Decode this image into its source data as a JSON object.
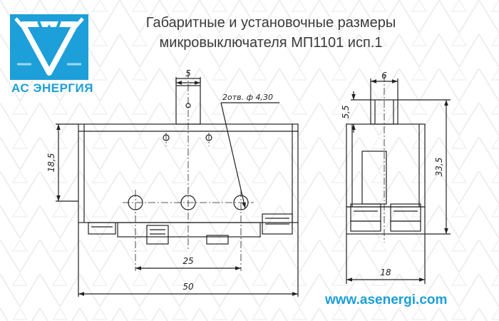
{
  "brand": {
    "name": "АС ЭНЕРГИЯ",
    "website": "www.asenergi.com",
    "logo_color": "#1d9fd9"
  },
  "title": {
    "line1": "Габаритные и установочные размеры",
    "line2": "микровыключателя МП1101 исп.1"
  },
  "drawing": {
    "line_color": "#222222",
    "front_view": {
      "dim_top": "5",
      "dim_left": "18,5",
      "dim_holes": "25",
      "dim_width": "50",
      "hole_note": "2отв. ф 4,30"
    },
    "side_view": {
      "dim_top": "6",
      "dim_stem": "5,5",
      "dim_height": "33,5",
      "dim_width": "18"
    }
  }
}
